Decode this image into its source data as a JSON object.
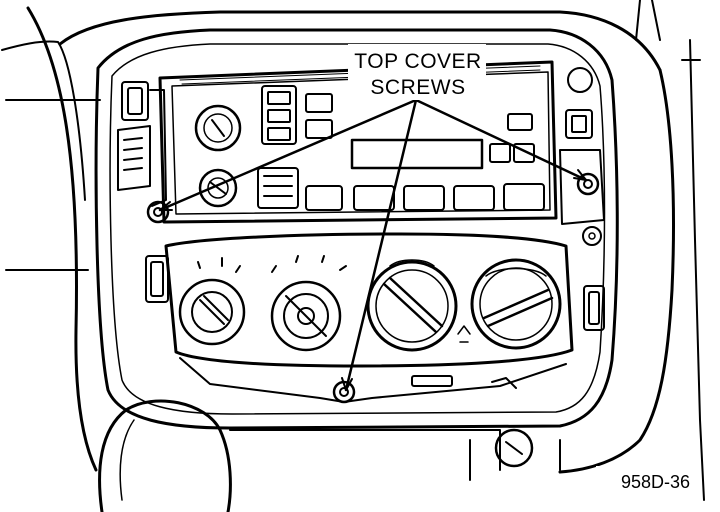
{
  "figure": {
    "callout_line1": "TOP COVER",
    "callout_line2": "SCREWS",
    "figure_ref": "958D-36"
  },
  "style": {
    "ink": "#000000",
    "paper": "#ffffff"
  }
}
